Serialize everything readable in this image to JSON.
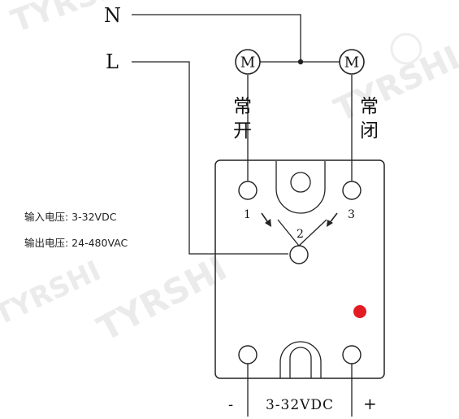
{
  "wiring": {
    "neutral_label": "N",
    "line_label": "L",
    "motor_left_symbol": "M",
    "motor_right_symbol": "M",
    "normally_open_label": [
      "常",
      "开"
    ],
    "normally_closed_label": [
      "常",
      "闭"
    ]
  },
  "relay": {
    "terminal_1_label": "1",
    "terminal_2_label": "2",
    "terminal_3_label": "3",
    "indicator_color": "#e31b23",
    "input_minus_label": "-",
    "input_voltage_label": "3-32VDC",
    "input_plus_label": "+"
  },
  "specs": {
    "input_voltage": "输入电压: 3-32VDC",
    "output_voltage": "输出电压: 24-480VAC"
  },
  "watermark": {
    "brand": "TYRSHI",
    "icons": [
      "watermark-logo-icon"
    ]
  }
}
